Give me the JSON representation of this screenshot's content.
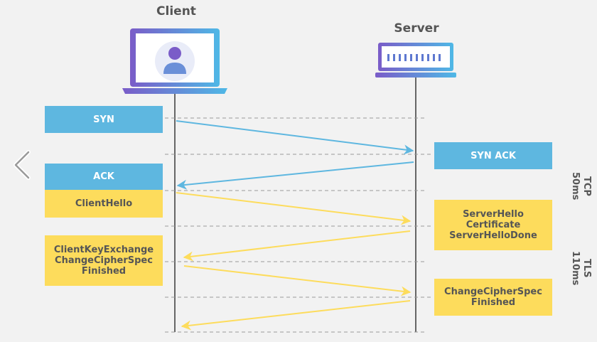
{
  "participants": {
    "client": "Client",
    "server": "Server"
  },
  "messages_left": {
    "syn": "SYN",
    "ack": "ACK",
    "client_hello": "ClientHello",
    "client_key_exchange": "ClientKeyExchange\nChangeCipherSpec\nFinished"
  },
  "messages_right": {
    "syn_ack": "SYN ACK",
    "server_hello": "ServerHello\nCertificate\nServerHelloDone",
    "change_cipher_spec": "ChangeCipherSpec\nFinished"
  },
  "phases": {
    "tcp": "TCP\n50ms",
    "tls": "TLS\n110ms"
  },
  "colors": {
    "blue": "#5eb7e0",
    "yellow": "#fddc5c",
    "lifeline": "#666666",
    "dashed": "#9a9a9a",
    "laptop_gradient_start": "#7a5cc8",
    "laptop_gradient_end": "#4fb8e6"
  },
  "icons": {
    "client": "laptop-user-icon",
    "server": "server-rack-icon",
    "nav_prev": "chevron-left-icon"
  }
}
